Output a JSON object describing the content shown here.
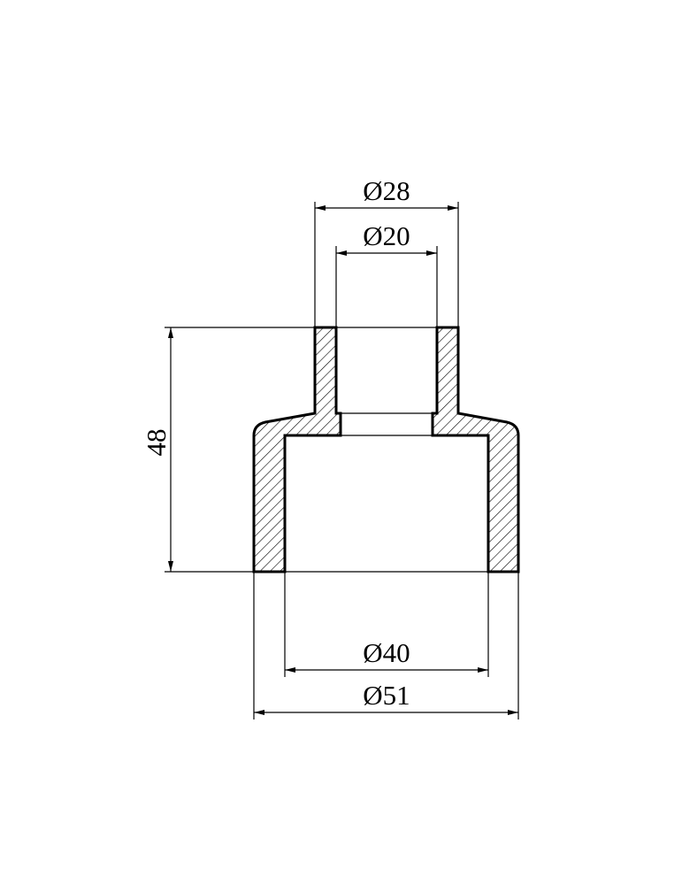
{
  "drawing": {
    "dimensions": {
      "outer_top_diameter": "Ø28",
      "inner_top_diameter": "Ø20",
      "inner_bottom_diameter": "Ø40",
      "outer_bottom_diameter": "Ø51",
      "height": "48"
    },
    "colors": {
      "line": "#000000",
      "background": "#ffffff"
    }
  }
}
